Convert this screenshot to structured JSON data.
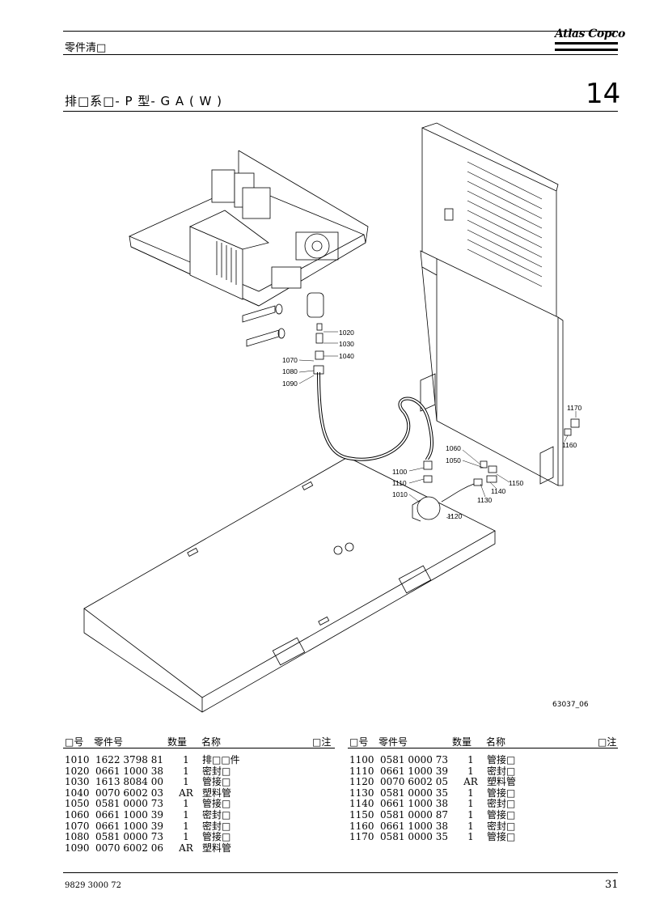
{
  "header": {
    "label": "零件清□",
    "brand": "Atlas Copco"
  },
  "section": {
    "title": "排□系□- P 型- G A ( W )",
    "number": "14"
  },
  "drawing": {
    "ref": "63037_06",
    "callouts": [
      "1020",
      "1030",
      "1040",
      "1070",
      "1080",
      "1090",
      "1170",
      "1160",
      "1060",
      "1050",
      "1100",
      "1150",
      "1110",
      "1140",
      "1010",
      "1130",
      "1120"
    ]
  },
  "columns": {
    "pos": "□号",
    "part": "零件号",
    "qty": "数量",
    "name": "名称",
    "note": "□注"
  },
  "parts_left": [
    {
      "pos": "1010",
      "part": "1622 3798 81",
      "qty": "1",
      "name": "排□□件"
    },
    {
      "pos": "1020",
      "part": "0661 1000 38",
      "qty": "1",
      "name": "密封□"
    },
    {
      "pos": "1030",
      "part": "1613 8084 00",
      "qty": "1",
      "name": "管接□"
    },
    {
      "pos": "1040",
      "part": "0070 6002 03",
      "qty": "AR",
      "name": "塑料管"
    },
    {
      "pos": "1050",
      "part": "0581 0000 73",
      "qty": "1",
      "name": "管接□"
    },
    {
      "pos": "1060",
      "part": "0661 1000 39",
      "qty": "1",
      "name": "密封□"
    },
    {
      "pos": "1070",
      "part": "0661 1000 39",
      "qty": "1",
      "name": "密封□"
    },
    {
      "pos": "1080",
      "part": "0581 0000 73",
      "qty": "1",
      "name": "管接□"
    },
    {
      "pos": "1090",
      "part": "0070 6002 06",
      "qty": "AR",
      "name": "塑料管"
    }
  ],
  "parts_right": [
    {
      "pos": "1100",
      "part": "0581 0000 73",
      "qty": "1",
      "name": "管接□"
    },
    {
      "pos": "1110",
      "part": "0661 1000 39",
      "qty": "1",
      "name": "密封□"
    },
    {
      "pos": "1120",
      "part": "0070 6002 05",
      "qty": "AR",
      "name": "塑料管"
    },
    {
      "pos": "1130",
      "part": "0581 0000 35",
      "qty": "1",
      "name": "管接□"
    },
    {
      "pos": "1140",
      "part": "0661 1000 38",
      "qty": "1",
      "name": "密封□"
    },
    {
      "pos": "1150",
      "part": "0581 0000 87",
      "qty": "1",
      "name": "管接□"
    },
    {
      "pos": "1160",
      "part": "0661 1000 38",
      "qty": "1",
      "name": "密封□"
    },
    {
      "pos": "1170",
      "part": "0581 0000 35",
      "qty": "1",
      "name": "管接□"
    }
  ],
  "footer": {
    "doc_number": "9829 3000 72",
    "page": "31"
  }
}
